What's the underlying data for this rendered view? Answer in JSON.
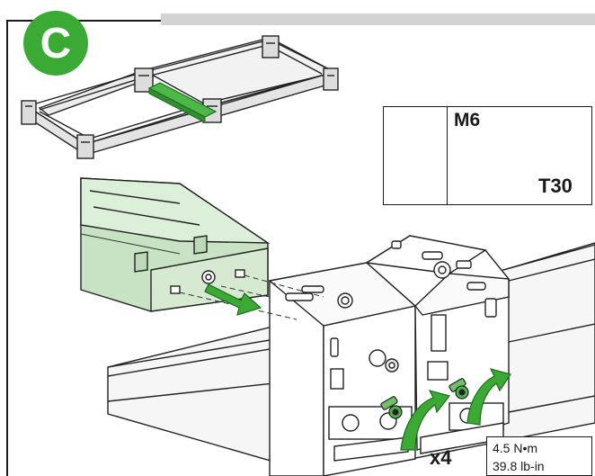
{
  "step": {
    "letter": "C"
  },
  "parts": {
    "fastener_size": "M6",
    "tool": "T30"
  },
  "assembly": {
    "quantity": "x4"
  },
  "torque": {
    "metric": "4.5 N•m",
    "imperial": "39.8 lb-in"
  },
  "colors": {
    "accent": "#3aaa35",
    "highlight_part": "#4db84a",
    "panel_tint": "#c8e3c4",
    "band": "#d3d3d3"
  }
}
